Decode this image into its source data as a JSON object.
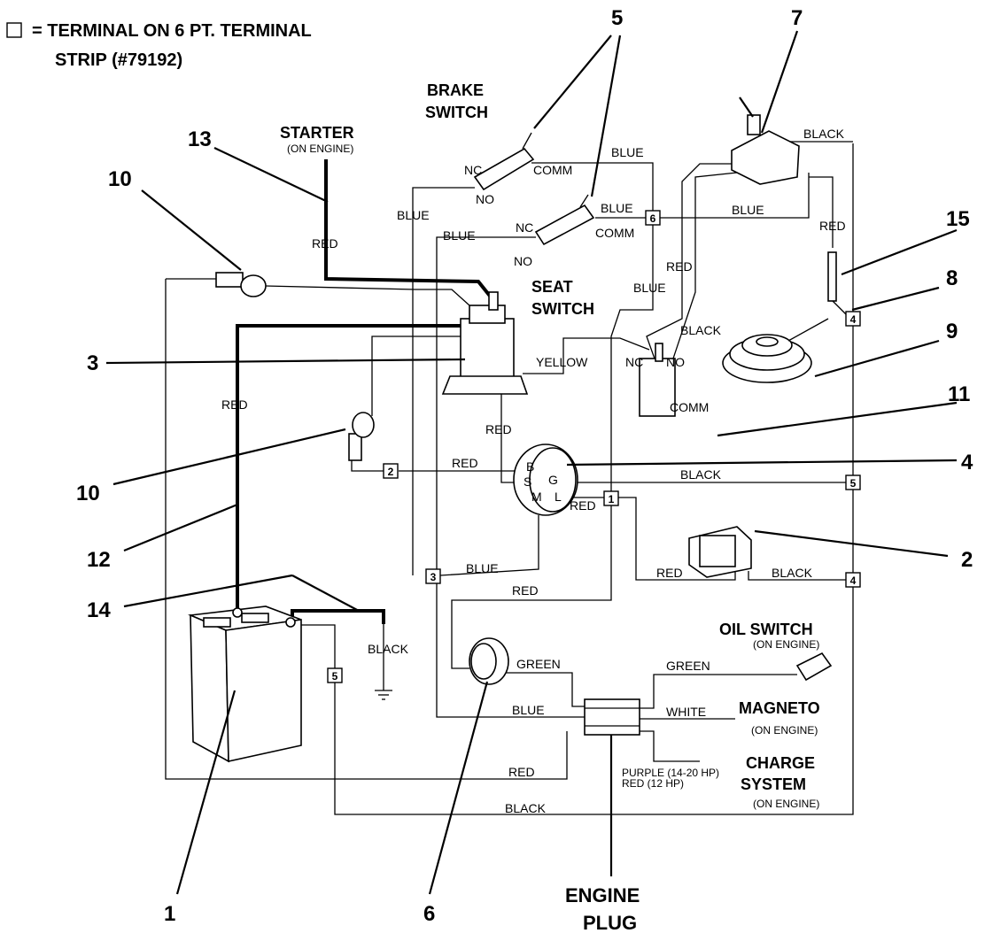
{
  "legend": {
    "line1": "= TERMINAL ON 6 PT. TERMINAL",
    "line2": "STRIP (#79192)"
  },
  "components": {
    "brake_switch": [
      "BRAKE",
      "SWITCH"
    ],
    "seat_switch": [
      "SEAT",
      "SWITCH"
    ],
    "starter": "STARTER",
    "starter_sub": "(ON ENGINE)",
    "oil_switch": "OIL SWITCH",
    "oil_switch_sub": "(ON ENGINE)",
    "magneto": "MAGNETO",
    "magneto_sub": "(ON ENGINE)",
    "charge_system": [
      "CHARGE",
      "SYSTEM"
    ],
    "charge_sub": "(ON ENGINE)",
    "engine_plug": [
      "ENGINE",
      "PLUG"
    ]
  },
  "switch_pins": {
    "nc": "NC",
    "no": "NO",
    "comm": "COMM",
    "ign_b": "B",
    "ign_s": "S",
    "ign_m": "M",
    "ign_g": "G",
    "ign_l": "L"
  },
  "wire_colors": {
    "blue": "BLUE",
    "red": "RED",
    "black": "BLACK",
    "yellow": "YELLOW",
    "green": "GREEN",
    "white": "WHITE",
    "purple": "PURPLE (14-20 HP)",
    "red12": "RED (12 HP)"
  },
  "terminals": [
    "1",
    "2",
    "3",
    "4",
    "5",
    "6"
  ],
  "callouts": [
    "1",
    "2",
    "3",
    "4",
    "5",
    "6",
    "7",
    "8",
    "9",
    "10",
    "11",
    "12",
    "13",
    "14",
    "15"
  ]
}
